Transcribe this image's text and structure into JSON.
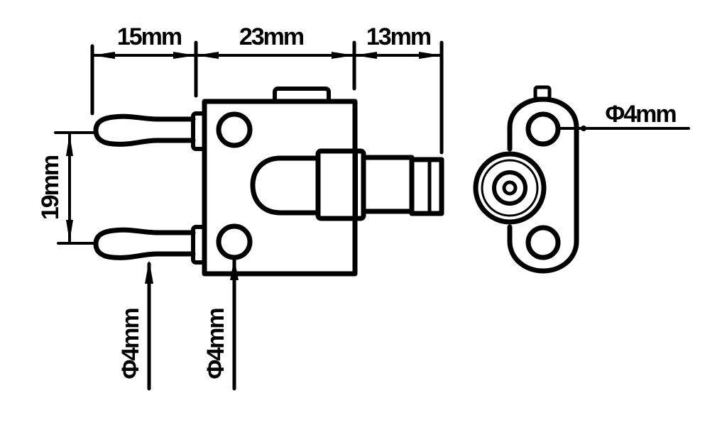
{
  "diagram": {
    "type": "mechanical-dimension-drawing",
    "subject": "connector with two pins, mounting block, barrel and end view",
    "colors": {
      "line": "#000000",
      "background": "#ffffff"
    },
    "dimensions": {
      "top_left": "15mm",
      "top_middle": "23mm",
      "top_right": "13mm",
      "pin_spacing": "19mm",
      "pin_diameter": "Φ4mm",
      "hole_diameter_side": "Φ4mm",
      "hole_diameter_end_view": "Φ4mm"
    },
    "views": [
      {
        "name": "side-view",
        "parts": [
          "pin-upper",
          "pin-lower",
          "mounting-block",
          "top-tab",
          "dome",
          "barrel-collar",
          "barrel",
          "barrel-tip"
        ]
      },
      {
        "name": "end-view",
        "parts": [
          "flange-plate",
          "top-nub",
          "hole-upper",
          "hole-lower",
          "concentric-barrel-face"
        ]
      }
    ]
  }
}
